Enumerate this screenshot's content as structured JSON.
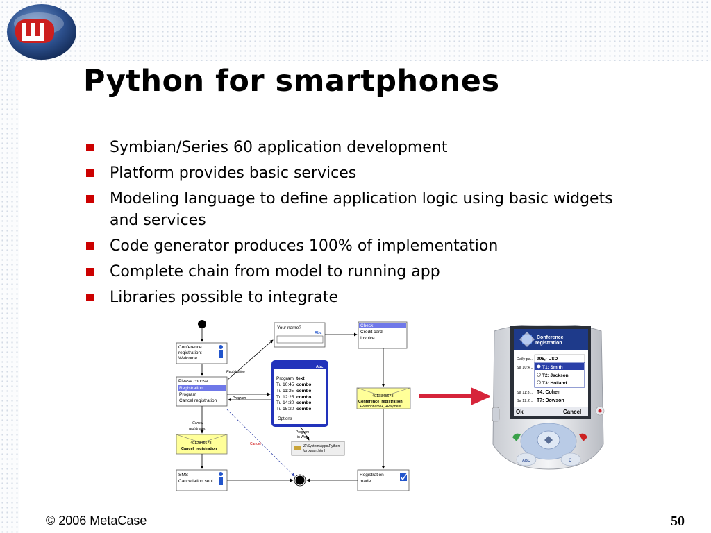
{
  "slide": {
    "title": "Python for smartphones",
    "bullets": [
      "Symbian/Series 60 application development",
      "Platform provides basic services",
      "Modeling language to define application logic using basic widgets and services",
      "Code generator produces 100% of implementation",
      "Complete chain from model to running app",
      "Libraries possible to integrate"
    ],
    "footer": {
      "copyright": "© 2006 MetaCase",
      "page_number": "50"
    },
    "accent_color": "#cc0000"
  },
  "diagram": {
    "welcome": [
      "Conference",
      "registration:",
      "Welcome"
    ],
    "menu": {
      "title": "Please choose",
      "items": [
        "Registration",
        "Program",
        "Cancel registration"
      ]
    },
    "name_query": {
      "label": "Your name?",
      "mode": "Abc"
    },
    "payment": {
      "items": [
        "Check",
        "Credit card",
        "Invoice"
      ]
    },
    "program_list": {
      "mode": "Abc",
      "rows": [
        [
          "Program",
          "text"
        ],
        [
          "Tu 10:45",
          "combo"
        ],
        [
          "Tu 11:35",
          "combo"
        ],
        [
          "Tu 12:25",
          "combo"
        ],
        [
          "Tu 14:30",
          "combo"
        ],
        [
          "Tu 15:20",
          "combo"
        ]
      ],
      "softkey": "Options"
    },
    "sms_register": [
      "4912345678",
      "Conference_registration",
      "+Personname+, +Payment"
    ],
    "sms_cancel": [
      "4912345678",
      "Cancel_registration"
    ],
    "sms_sent": [
      "SMS",
      "Cancellation sent"
    ],
    "web_open": [
      "Z:\\System\\Apps\\Python",
      "\\program.html"
    ],
    "registration_made": [
      "Registration",
      "made"
    ],
    "edge_labels": {
      "registration": "Registration",
      "program": "Program",
      "cancel_registration": [
        "Cancel",
        "registration"
      ],
      "cancel": "Cancel",
      "program_in_web": [
        "Program",
        "in Web"
      ]
    }
  },
  "phone": {
    "header": [
      "Conference",
      "registration"
    ],
    "rows": [
      {
        "label": "Daily pa...",
        "value": "995,- USD"
      },
      {
        "label": "Sa 10:4...",
        "value": "T1: Smith"
      },
      {
        "label": "",
        "value": "T2: Jackson"
      },
      {
        "label": "",
        "value": "T3: Holland"
      },
      {
        "label": "Sa 11:3...",
        "value": "T4: Cohen"
      },
      {
        "label": "Sa 12:2...",
        "value": "T7: Dowson"
      }
    ],
    "softkeys": {
      "left": "Ok",
      "right": "Cancel"
    },
    "keypad": [
      "ABC",
      "C"
    ]
  }
}
